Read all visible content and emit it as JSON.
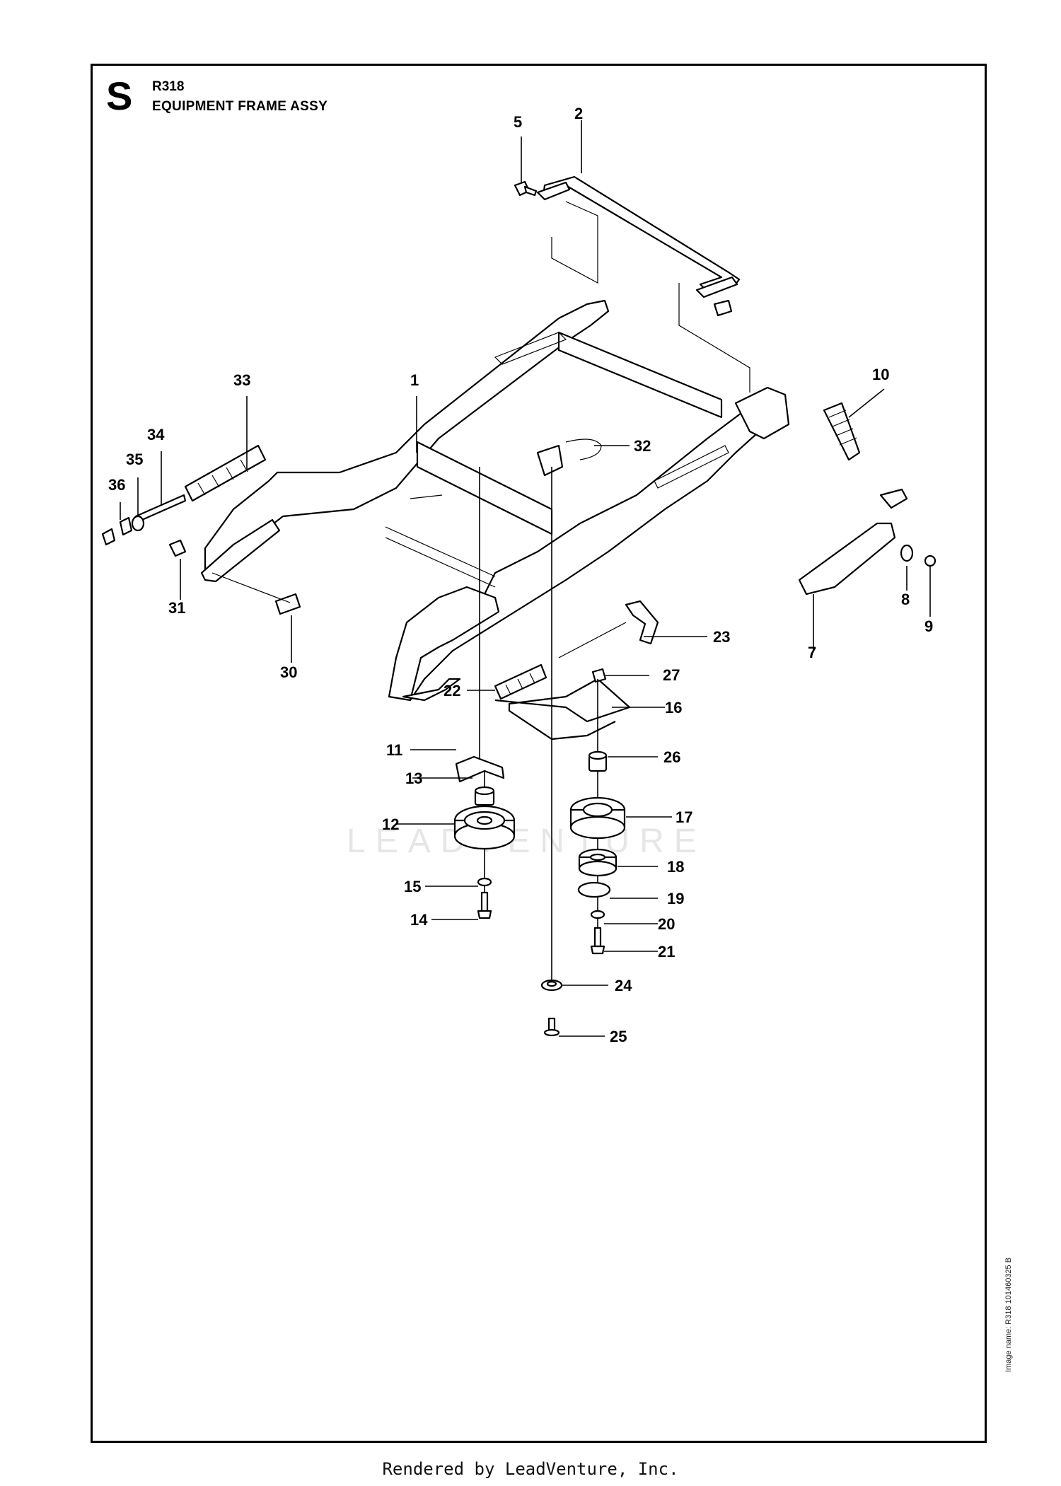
{
  "header": {
    "section_letter": "S",
    "model": "R318",
    "title": "EQUIPMENT FRAME ASSY"
  },
  "image_name": "Image name: R318 101460325 B",
  "watermark": "LEADVENTURE",
  "footer": "Rendered by LeadVenture, Inc.",
  "callouts": [
    {
      "id": "1",
      "label": "1"
    },
    {
      "id": "2",
      "label": "2"
    },
    {
      "id": "5",
      "label": "5"
    },
    {
      "id": "7",
      "label": "7"
    },
    {
      "id": "8",
      "label": "8"
    },
    {
      "id": "9",
      "label": "9"
    },
    {
      "id": "10",
      "label": "10"
    },
    {
      "id": "11",
      "label": "11"
    },
    {
      "id": "12",
      "label": "12"
    },
    {
      "id": "13",
      "label": "13"
    },
    {
      "id": "14",
      "label": "14"
    },
    {
      "id": "15",
      "label": "15"
    },
    {
      "id": "16",
      "label": "16"
    },
    {
      "id": "17",
      "label": "17"
    },
    {
      "id": "18",
      "label": "18"
    },
    {
      "id": "19",
      "label": "19"
    },
    {
      "id": "20",
      "label": "20"
    },
    {
      "id": "21",
      "label": "21"
    },
    {
      "id": "22",
      "label": "22"
    },
    {
      "id": "23",
      "label": "23"
    },
    {
      "id": "24",
      "label": "24"
    },
    {
      "id": "25",
      "label": "25"
    },
    {
      "id": "26",
      "label": "26"
    },
    {
      "id": "27",
      "label": "27"
    },
    {
      "id": "30",
      "label": "30"
    },
    {
      "id": "31",
      "label": "31"
    },
    {
      "id": "32",
      "label": "32"
    },
    {
      "id": "33",
      "label": "33"
    },
    {
      "id": "34",
      "label": "34"
    },
    {
      "id": "35",
      "label": "35"
    },
    {
      "id": "36",
      "label": "36"
    }
  ]
}
